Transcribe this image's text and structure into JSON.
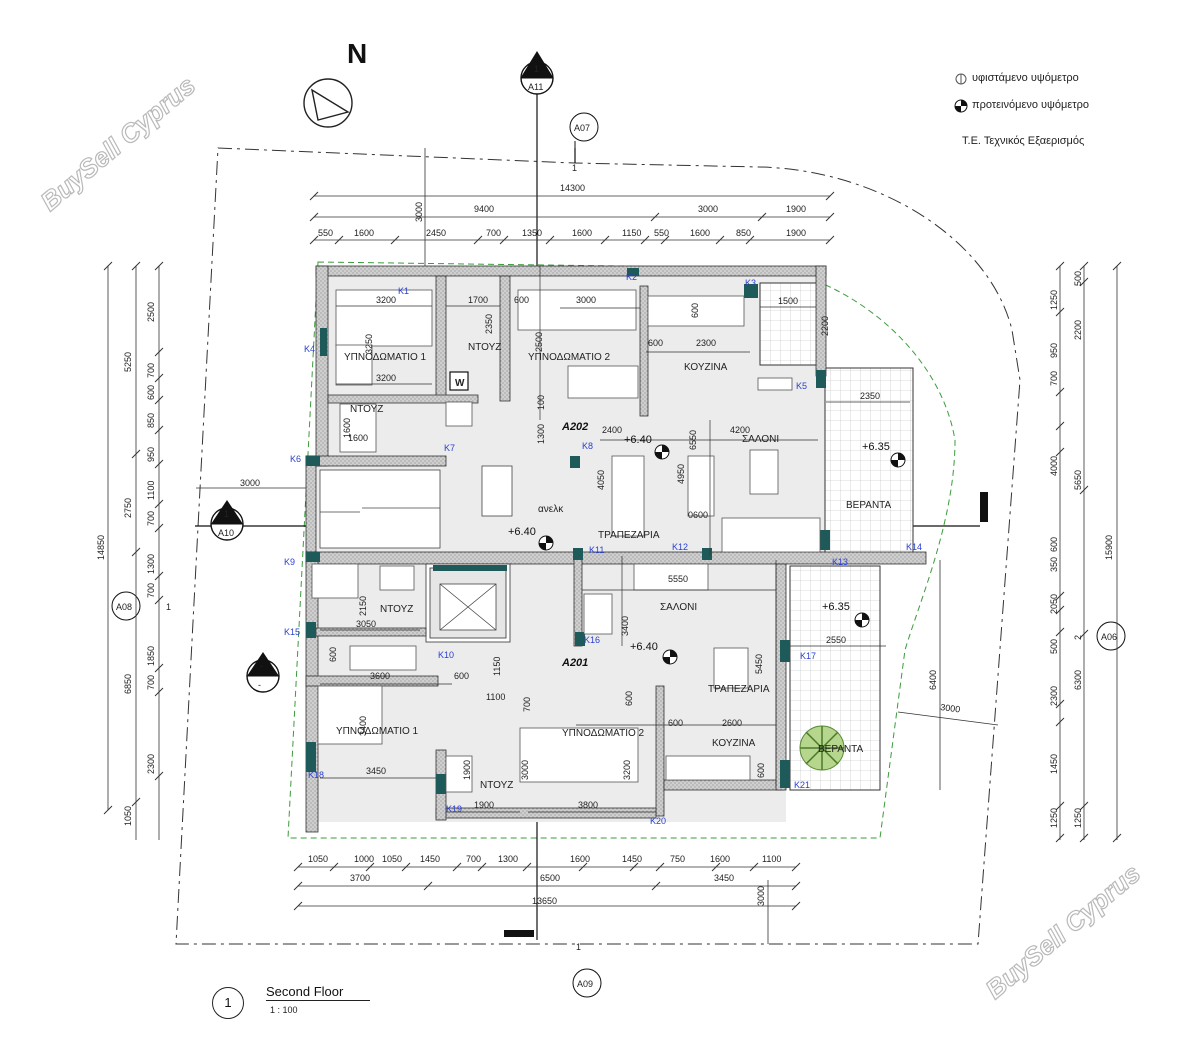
{
  "north_label": "N",
  "legend": {
    "existing_level": "υφιστάμενο υψόμετρο",
    "proposed_level": "προτεινόμενο υψόμετρο",
    "technical": "Τ.Ε. Τεχνικός Εξαερισμός"
  },
  "title_block": {
    "number": "1",
    "title": "Second Floor",
    "scale": "1 : 100"
  },
  "watermark": "BuySell Cyprus",
  "section_marks": {
    "a11_num": "1",
    "a11_ref": "A11",
    "a10_num": "1",
    "a10_ref": "A10",
    "a07": "A07",
    "a09": "A09",
    "a08": "A08",
    "a06": "A06",
    "grid_one": "1",
    "grid_minus": "-"
  },
  "rooms": {
    "bed1_a": "ΥΠΝΟΔΩΜΑΤΙΟ 1",
    "shower_top": "ΝΤΟΥΖ",
    "bed2_a": "ΥΠΝΟΔΩΜΑΤΙΟ 2",
    "kitchen_a": "ΚΟΥΖΙΝΑ",
    "shower_a": "ΝΤΟΥΖ",
    "living_a": "ΣΑΛΟΝΙ",
    "dining_a": "ΤΡΑΠΕΖΑΡΙΑ",
    "veranda_a": "ΒΕΡΑΝΤΑ",
    "shower_b": "ΝΤΟΥΖ",
    "living_b": "ΣΑΛΟΝΙ",
    "dining_b": "ΤΡΑΠΕΖΑΡΙΑ",
    "bed1_b": "ΥΠΝΟΔΩΜΑΤΙΟ 1",
    "bed2_b": "ΥΠΝΟΔΩΜΑΤΙΟ 2",
    "kitchen_b": "ΚΟΥΖΙΝΑ",
    "shower_c": "ΝΤΟΥΖ",
    "veranda_b": "ΒΕΡΑΝΤΑ",
    "w_box": "W",
    "lift_note": "ανελκ"
  },
  "unit_labels": {
    "a202": "A202",
    "a201": "A201"
  },
  "levels": {
    "l1": "+6.40",
    "l2": "+6.35",
    "l3": "+6.40",
    "l4": "+6.40",
    "l5": "+6.35"
  },
  "k_labels": [
    "K1",
    "K2",
    "K3",
    "K4",
    "K5",
    "K6",
    "K7",
    "K8",
    "K9",
    "K10",
    "K11",
    "K12",
    "K13",
    "K14",
    "K15",
    "K16",
    "K17",
    "K18",
    "K19",
    "K20",
    "K21"
  ],
  "dims_top": {
    "overall": "14300",
    "row2": [
      "9400",
      "3000",
      "1900"
    ],
    "row3": [
      "550",
      "1600",
      "2450",
      "700",
      "1350",
      "1600",
      "1150",
      "550",
      "1600",
      "850",
      "1900"
    ],
    "v3000": "3000"
  },
  "dims_bottom": {
    "row1": [
      "1050",
      "1000",
      "1050",
      "1450",
      "700",
      "1300",
      "1600",
      "1450",
      "750",
      "1600",
      "1100"
    ],
    "row2": [
      "3700",
      "6500",
      "3450"
    ],
    "overall": "13650",
    "v3000": "3000"
  },
  "dims_left": {
    "overall": "14850",
    "row_a": [
      "5250",
      "2750",
      "6850",
      "1050"
    ],
    "row_b": [
      "2500",
      "700",
      "600",
      "850",
      "950",
      "1100",
      "700",
      "1300",
      "700",
      "1850",
      "700",
      "2300"
    ],
    "one": "1"
  },
  "dims_right": {
    "overall": "15900",
    "row_a": [
      "1250",
      "2200",
      "950",
      "700",
      "4000",
      "350",
      "600",
      "2050",
      "500",
      "2300",
      "1450",
      "1250"
    ],
    "row_b": [
      "500",
      "5650",
      "2",
      "6300",
      "1250"
    ],
    "v6400": "6400",
    "d3000": "3000"
  },
  "dims_inner": {
    "d3200a": "3200",
    "d1700": "1700",
    "d600a": "600",
    "d3000a": "3000",
    "d3250": "3250",
    "d2350": "2350",
    "d2500": "2500",
    "d3200b": "3200",
    "d600b": "600",
    "d2300": "2300",
    "d1500": "1500",
    "d2200": "2200",
    "d600c": "600",
    "d2350b": "2350",
    "d1300": "1300",
    "d100": "100",
    "d1600a": "1600",
    "d1600b": "1600",
    "d2400": "2400",
    "d6550": "6550",
    "d4200": "4200",
    "d4050": "4050",
    "d4950": "4950",
    "d0600": "0600",
    "d3000w": "3000",
    "d5550": "5550",
    "d2150": "2150",
    "d3050": "3050",
    "d3400a": "3400",
    "d1150": "1150",
    "d600d": "600",
    "d3600": "3600",
    "d600e": "600",
    "d1100": "1100",
    "d700": "700",
    "d600f": "600",
    "d3400b": "3400",
    "d3450": "3450",
    "d1900a": "1900",
    "d1900b": "1900",
    "d3000b": "3000",
    "d3200c": "3200",
    "d3800": "3800",
    "d600g": "600",
    "d2600": "2600",
    "d600h": "600",
    "d5450": "5450",
    "d2550": "2550"
  }
}
